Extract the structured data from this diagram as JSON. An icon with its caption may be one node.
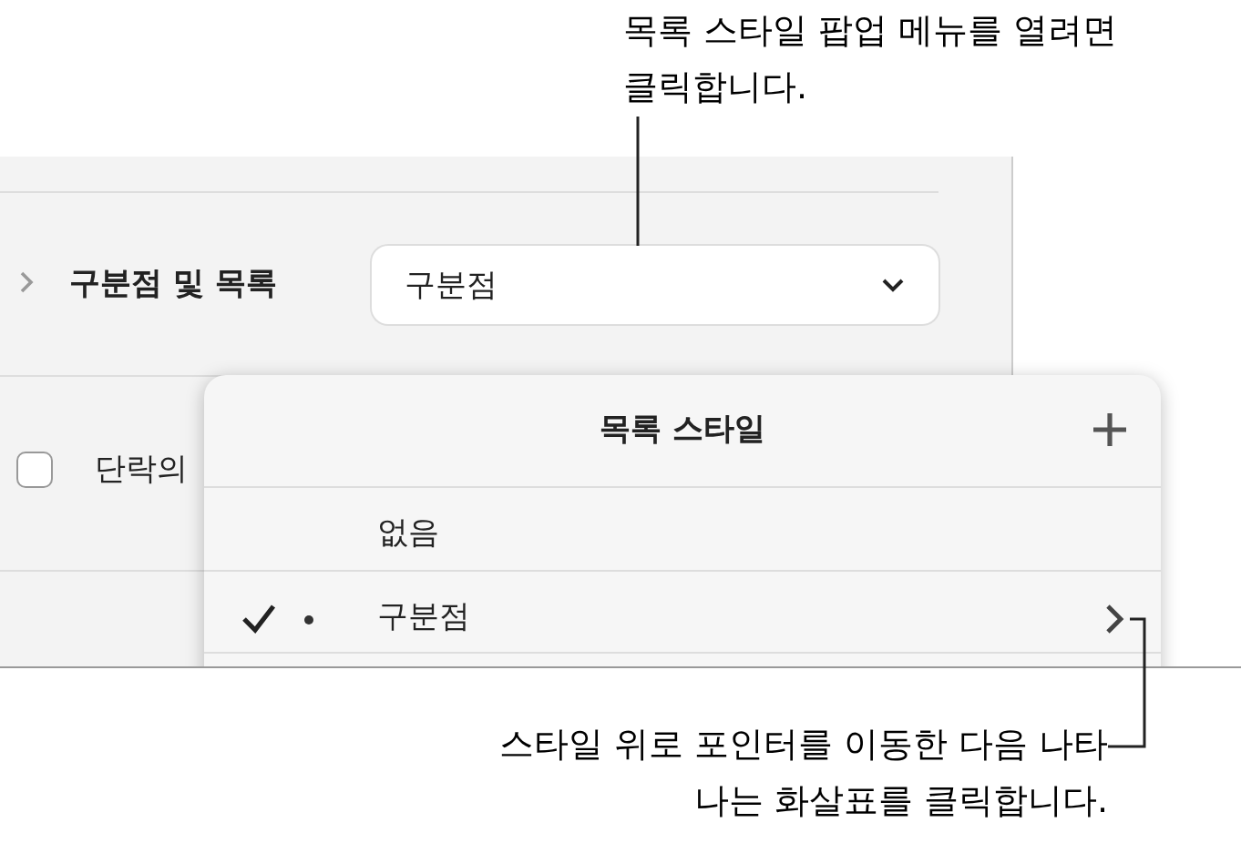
{
  "diagram": {
    "nodes": [
      {
        "text": [
          "목록 스타일 팝업 메뉴를 열려면 클릭합니다."
        ]
      },
      {
        "text": [
          "구분점"
        ]
      },
      {
        "text": [
          "스타일 위로 포인터를 이동한 다음 나타나는 화살표를 클릭합니다."
        ]
      },
      {
        "text": [],
        "shape": "chevron"
      }
    ],
    "edges": [
      {
        "from": 0,
        "to": 1,
        "arrow": "none"
      },
      {
        "from": 2,
        "to": 3,
        "arrow": "none"
      }
    ],
    "labels": [
      "구분점 및 목록",
      "단락의",
      "목록 스타일",
      "없음",
      "구분점"
    ]
  }
}
